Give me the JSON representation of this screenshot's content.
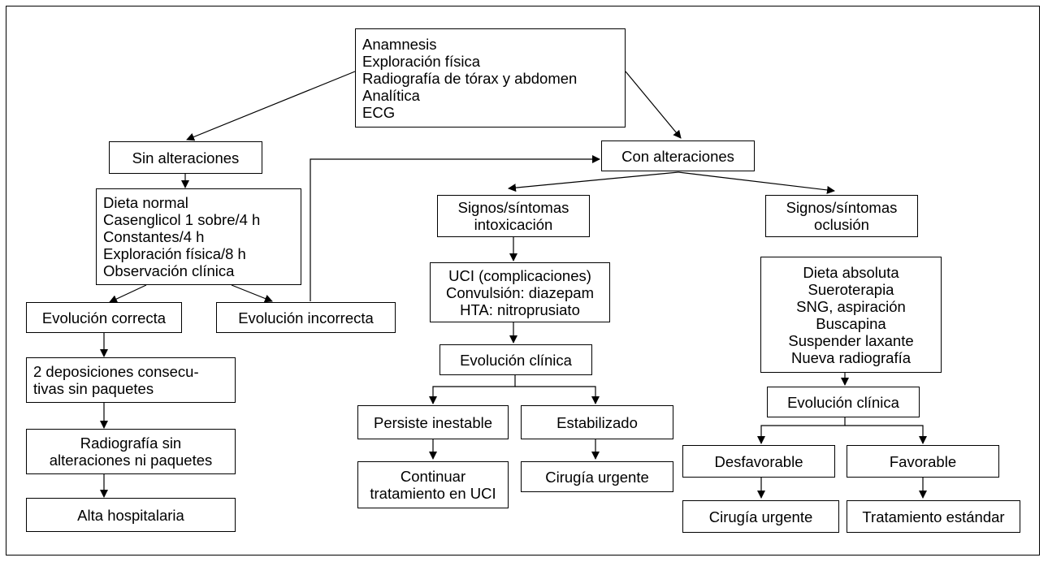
{
  "nodes": {
    "start": [
      "Anamnesis",
      "Exploración física",
      "Radiografía de tórax y abdomen",
      "Analítica",
      "ECG"
    ],
    "sin_alteraciones": [
      "Sin alteraciones"
    ],
    "con_alteraciones": [
      "Con alteraciones"
    ],
    "dieta_normal": [
      "Dieta normal",
      "Casenglicol 1 sobre/4 h",
      "Constantes/4 h",
      "Exploración física/8 h",
      "Observación clínica"
    ],
    "evolucion_correcta": [
      "Evolución correcta"
    ],
    "evolucion_incorrecta": [
      "Evolución incorrecta"
    ],
    "deposiciones": [
      "2 deposiciones consecu-",
      "tivas sin paquetes"
    ],
    "radiografia_sin": [
      "Radiografía sin",
      "alteraciones ni paquetes"
    ],
    "alta": [
      "Alta hospitalaria"
    ],
    "signos_intox": [
      "Signos/síntomas",
      "intoxicación"
    ],
    "signos_oclusion": [
      "Signos/síntomas",
      "oclusión"
    ],
    "uci": [
      "UCI (complicaciones)",
      "Convulsión: diazepam",
      "HTA: nitroprusiato"
    ],
    "evolucion_clinica_1": [
      "Evolución clínica"
    ],
    "persiste": [
      "Persiste inestable"
    ],
    "estabilizado": [
      "Estabilizado"
    ],
    "continuar": [
      "Continuar",
      "tratamiento en UCI"
    ],
    "cirugia_1": [
      "Cirugía urgente"
    ],
    "dieta_absoluta": [
      "Dieta absoluta",
      "Sueroterapia",
      "SNG, aspiración",
      "Buscapina",
      "Suspender laxante",
      "Nueva radiografía"
    ],
    "evolucion_clinica_2": [
      "Evolución clínica"
    ],
    "desfavorable": [
      "Desfavorable"
    ],
    "favorable": [
      "Favorable"
    ],
    "cirugia_2": [
      "Cirugía urgente"
    ],
    "tratamiento": [
      "Tratamiento estándar"
    ]
  }
}
